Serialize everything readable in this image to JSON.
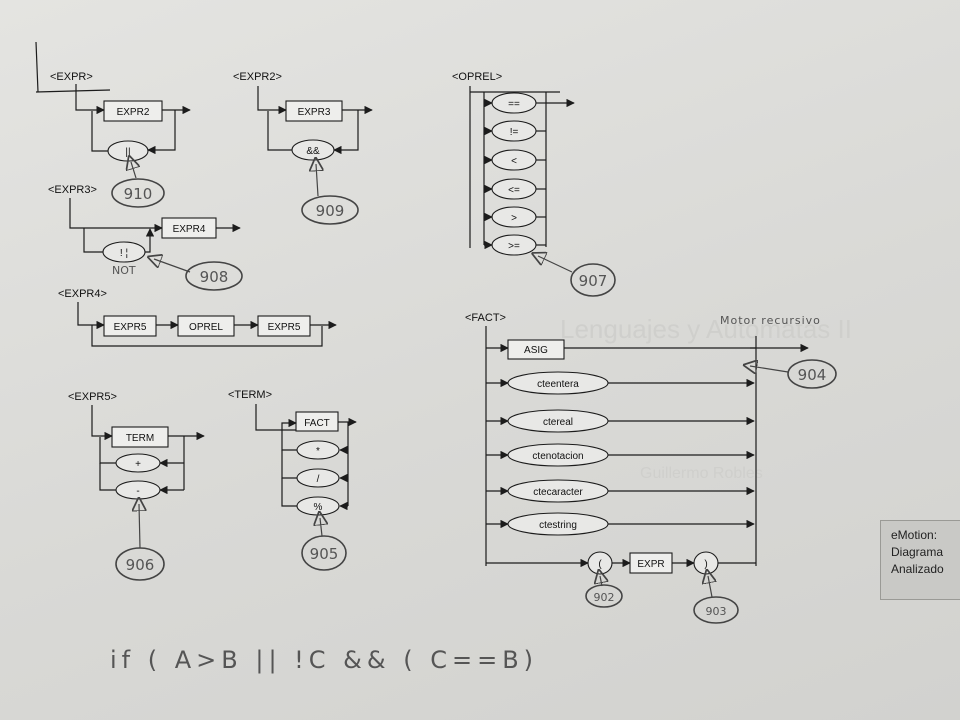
{
  "rules": {
    "expr": {
      "title": "<EXPR>",
      "box": "EXPR2",
      "op": "||",
      "ref": "910"
    },
    "expr2": {
      "title": "<EXPR2>",
      "box": "EXPR3",
      "op": "&&",
      "ref": "909"
    },
    "expr3": {
      "title": "<EXPR3>",
      "box": "EXPR4",
      "op": "! ¦",
      "note": "NOT",
      "ref": "908"
    },
    "expr4": {
      "title": "<EXPR4>",
      "boxes": [
        "EXPR5",
        "OPREL",
        "EXPR5"
      ]
    },
    "expr5": {
      "title": "<EXPR5>",
      "box": "TERM",
      "ops": [
        "+",
        "-"
      ],
      "ref": "906"
    },
    "term": {
      "title": "<TERM>",
      "box": "FACT",
      "ops": [
        "*",
        "/",
        "%"
      ],
      "ref": "905"
    },
    "oprel": {
      "title": "<OPREL>",
      "ops": [
        "==",
        "!=",
        "<",
        "<=",
        ">",
        ">="
      ],
      "ref": "907"
    },
    "fact": {
      "title": "<FACT>",
      "box": "ASIG",
      "consts": [
        "cteentera",
        "ctereal",
        "ctenotacion",
        "ctecaracter",
        "ctestring"
      ],
      "open": "(",
      "mid": "EXPR",
      "close": ")",
      "ref_asig": "904",
      "ref_open": "902",
      "ref_close": "903"
    }
  },
  "annotations": {
    "motor": "Motor recursivo",
    "bottom_note": "if ( A>B || !C && ( C==B)"
  },
  "background_text": {
    "ghost": "Lenguajes y Autómatas II",
    "ghost_sub": "Guillermo Robles"
  },
  "card": {
    "line1": "eMotion:",
    "line2": "Diagrama",
    "line3": "Analizado"
  }
}
